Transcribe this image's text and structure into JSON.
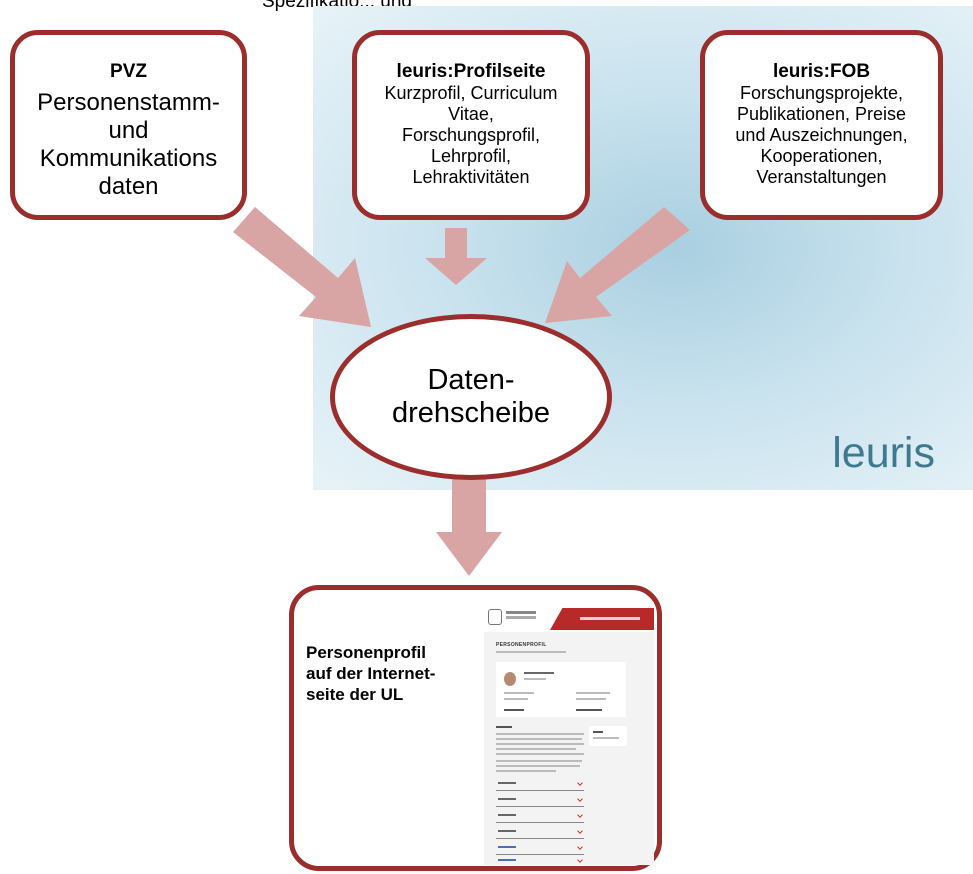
{
  "header_text": "Spezifikatio... ung",
  "region_label": "leuris",
  "colors": {
    "box_border": "#9b2d2d",
    "arrow": "#d9a4a4",
    "panel": "#c9e2ee",
    "region_text": "#3e7a8f"
  },
  "sources": [
    {
      "title": "PVZ",
      "lines": [
        "Personenstamm-",
        "und",
        "Kommunikations",
        "daten"
      ]
    },
    {
      "title": "leuris:Profilseite",
      "lines": [
        "Kurzprofil, Curriculum",
        "Vitae,",
        "Forschungsprofil,",
        "Lehrprofil,",
        "Lehraktivitäten"
      ]
    },
    {
      "title": "leuris:FOB",
      "lines": [
        "Forschungsprojekte,",
        "Publikationen, Preise",
        "und Auszeichnungen,",
        "Kooperationen,",
        "Veranstaltungen"
      ]
    }
  ],
  "hub": {
    "lines": [
      "Daten-",
      "drehscheibe"
    ]
  },
  "result": {
    "lines": [
      "Personenprofil",
      "auf der Internet-",
      "seite der UL"
    ],
    "screenshot_title": "PERSONENPROFIL"
  }
}
